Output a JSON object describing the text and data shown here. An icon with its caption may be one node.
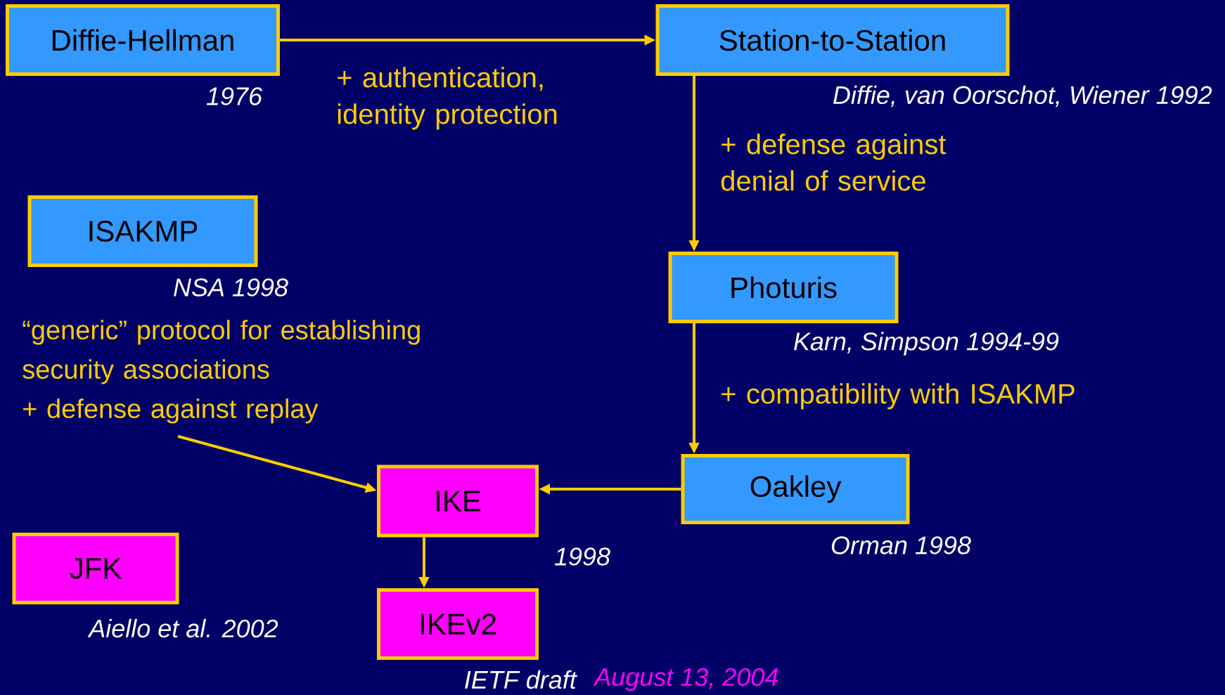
{
  "diagram": {
    "nodes": [
      {
        "text": [
          "Diffie-Hellman"
        ],
        "beside": [
          "1976"
        ]
      },
      {
        "text": [
          "Station-to-Station"
        ],
        "beside": [
          "Diffie, van Oorschot, Wiener  1992"
        ]
      },
      {
        "text": [
          "ISAKMP"
        ],
        "beside": [
          "NSA  1998"
        ]
      },
      {
        "text": [
          "Photuris"
        ],
        "beside": [
          "Karn, Simpson  1994-99"
        ]
      },
      {
        "text": [
          "“generic” protocol for establishing security associations",
          "+ defense against replay"
        ]
      },
      {
        "text": [
          "Oakley"
        ],
        "beside": [
          "Orman  1998"
        ]
      },
      {
        "text": [
          "IKE"
        ],
        "beside": [
          "1998"
        ]
      },
      {
        "text": [
          "JFK"
        ],
        "beside": [
          "Aiello et al.  2002"
        ]
      },
      {
        "text": [
          "IKEv2"
        ],
        "beside": [
          "IETF draft",
          "August 13, 2004"
        ]
      }
    ],
    "edges": [
      {
        "from": 0,
        "to": 1,
        "arrow": "to",
        "label": "+ authentication, identity protection"
      },
      {
        "from": 1,
        "to": 3,
        "arrow": "to",
        "label": "+ defense against denial of service"
      },
      {
        "from": 3,
        "to": 5,
        "arrow": "to",
        "label": "+ compatibility with ISAKMP"
      },
      {
        "from": 5,
        "to": 6,
        "arrow": "to"
      },
      {
        "from": 4,
        "to": 6,
        "arrow": "to"
      },
      {
        "from": 6,
        "to": 8,
        "arrow": "to"
      }
    ]
  }
}
